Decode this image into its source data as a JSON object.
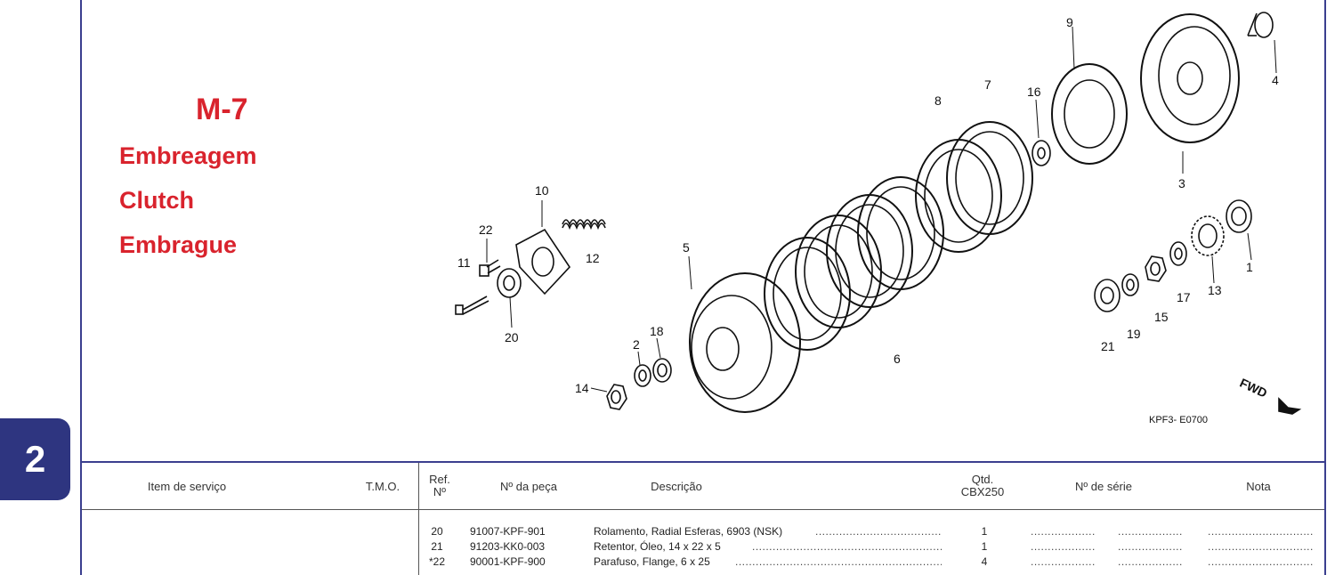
{
  "chapter": "2",
  "section": {
    "code": "M-7",
    "title_pt": "Embreagem",
    "title_en": "Clutch",
    "title_es": "Embrague"
  },
  "diagram": {
    "code": "KPF3- E0700",
    "fwd_label": "FWD",
    "callouts": [
      "1",
      "2",
      "3",
      "4",
      "5",
      "6",
      "7",
      "8",
      "9",
      "10",
      "11",
      "12",
      "13",
      "14",
      "15",
      "16",
      "17",
      "18",
      "19",
      "20",
      "21",
      "22"
    ]
  },
  "table": {
    "headers": {
      "service_item": "Item de serviço",
      "tmo": "T.M.O.",
      "ref_line1": "Ref.",
      "ref_line2": "Nº",
      "part_no": "Nº da peça",
      "description": "Descrição",
      "qty_line1": "Qtd.",
      "qty_line2": "CBX250",
      "serial": "Nº de série",
      "note": "Nota"
    },
    "rows": [
      {
        "ref": "20",
        "part": "91007-KPF-901",
        "desc": "Rolamento, Radial Esferas, 6903 (NSK)",
        "qty": "1"
      },
      {
        "ref": "21",
        "part": "91203-KK0-003",
        "desc": "Retentor, Óleo, 14 x 22 x 5",
        "qty": "1"
      },
      {
        "ref": "*22",
        "part": "90001-KPF-900",
        "desc": "Parafuso, Flange, 6 x 25",
        "qty": "4"
      }
    ]
  }
}
